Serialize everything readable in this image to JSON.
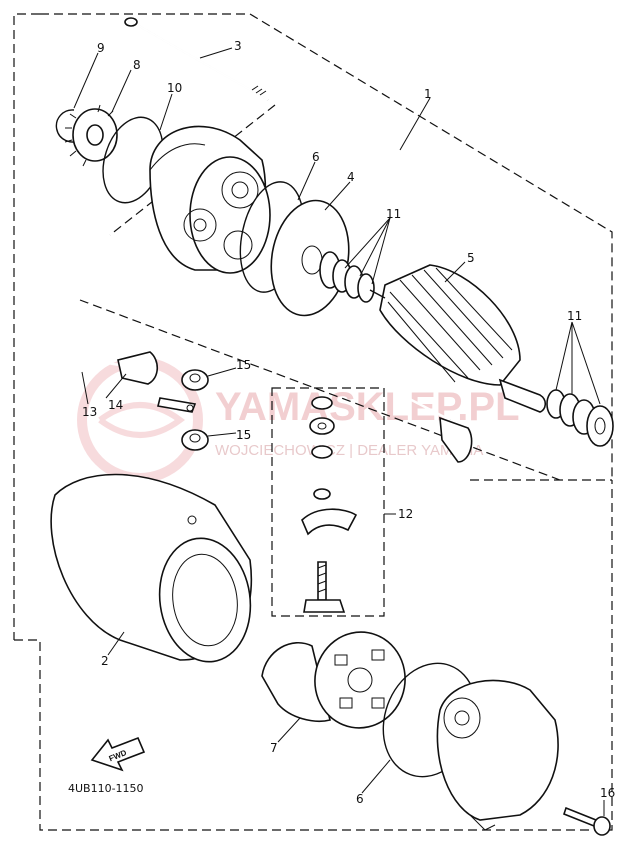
{
  "diagram": {
    "title": "Starter motor exploded parts diagram",
    "part_code": "4UB110-1150",
    "fwd_label": "FWD",
    "watermark": {
      "main": "YAMASKLEP.PL",
      "sub": "WOJCIECHOWICZ | DEALER YAMAHA"
    },
    "callouts": {
      "c1": "1",
      "c2": "2",
      "c3": "3",
      "c4": "4",
      "c5": "5",
      "c6a": "6",
      "c6b": "6",
      "c7": "7",
      "c8": "8",
      "c9": "9",
      "c10": "10",
      "c11a": "11",
      "c11b": "11",
      "c12": "12",
      "c13": "13",
      "c14": "14",
      "c15a": "15",
      "c15b": "15",
      "c16": "16"
    },
    "colors": {
      "line": "#111111",
      "watermark": "#e9a9ad"
    }
  }
}
